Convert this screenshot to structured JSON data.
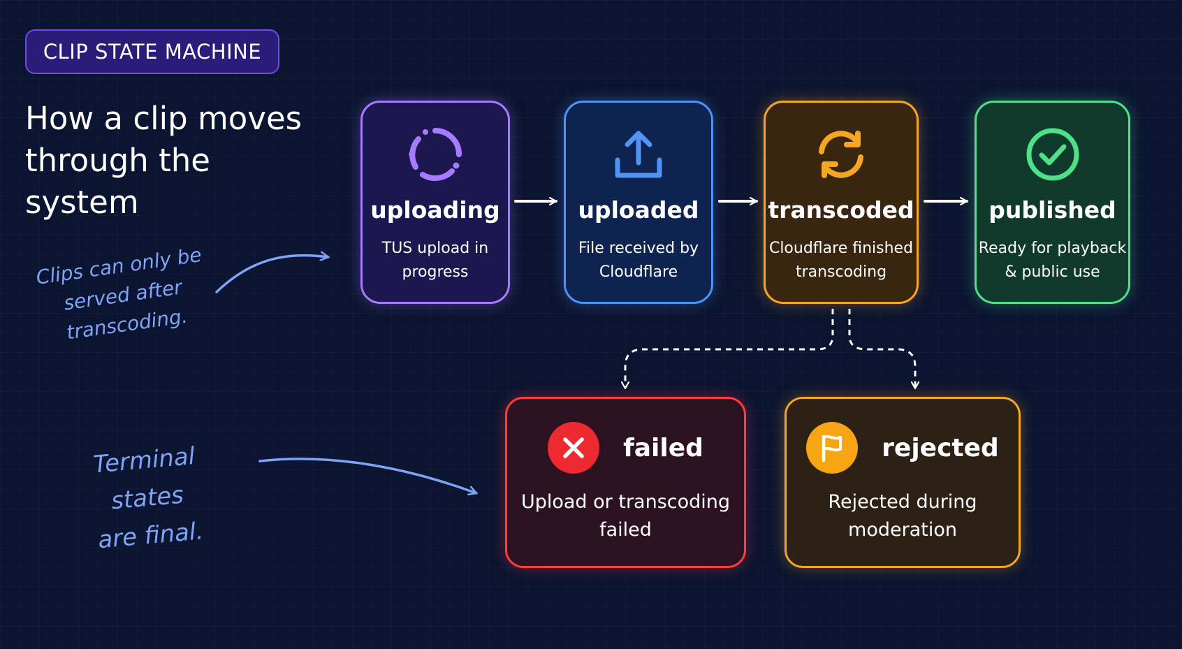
{
  "badge": "CLIP STATE MACHINE",
  "title": {
    "line1": "How a clip moves",
    "line2": "through the system"
  },
  "annotations": {
    "serving": {
      "line1": "Clips can only be",
      "line2": "served after",
      "line3": "transcoding."
    },
    "terminal": {
      "line1": "Terminal states",
      "line2": "are final."
    }
  },
  "states": [
    {
      "name": "uploading",
      "desc1": "TUS upload in",
      "desc2": "progress",
      "icon": "loading-spinner-icon",
      "color": "#a77bff"
    },
    {
      "name": "uploaded",
      "desc1": "File received by",
      "desc2": "Cloudflare",
      "icon": "upload-icon",
      "color": "#4f94f5"
    },
    {
      "name": "transcoded",
      "desc1": "Cloudflare finished",
      "desc2": "transcoding",
      "icon": "refresh-icon",
      "color": "#f5a623"
    },
    {
      "name": "published",
      "desc1": "Ready for playback",
      "desc2": "& public use",
      "icon": "check-circle-icon",
      "color": "#4fe08a"
    }
  ],
  "terminal_states": [
    {
      "name": "failed",
      "desc1": "Upload or transcoding",
      "desc2": "failed",
      "icon": "x-icon",
      "color": "#ff3b3b"
    },
    {
      "name": "rejected",
      "desc1": "Rejected during",
      "desc2": "moderation",
      "icon": "flag-icon",
      "color": "#f5a623"
    }
  ]
}
